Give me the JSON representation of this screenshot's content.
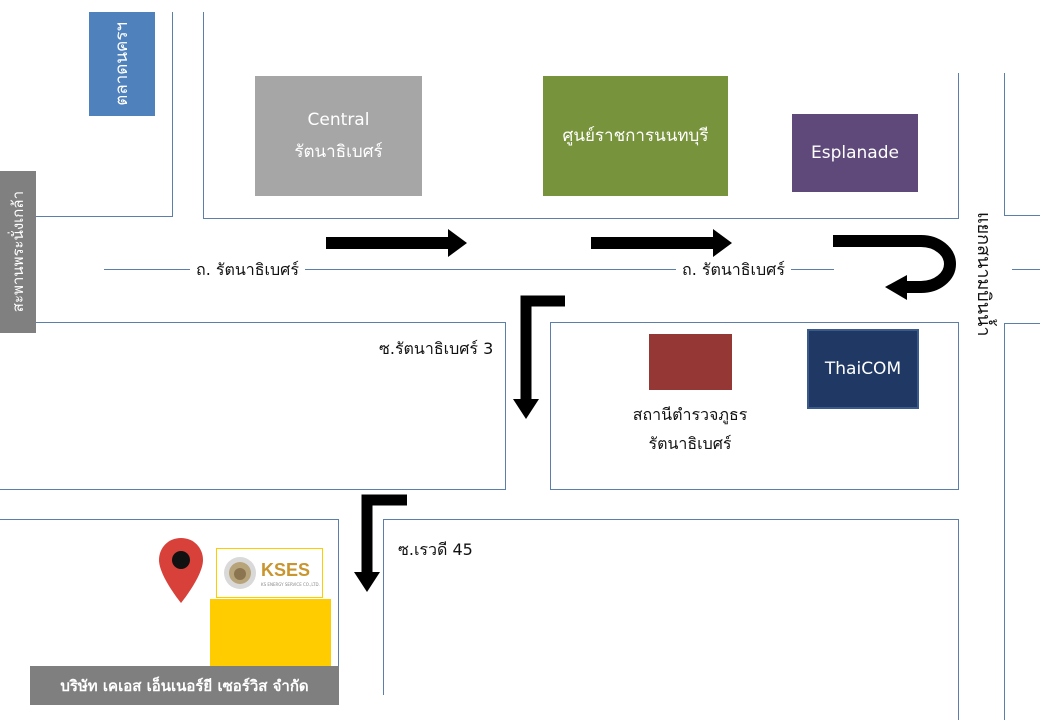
{
  "landmarks": {
    "talad": "ตลาดนครฯ",
    "central_line1": "Central",
    "central_line2": "รัตนาธิเบศร์",
    "government_center": "ศูนย์ราชการนนทบุรี",
    "esplanade": "Esplanade",
    "thaicom": "ThaiCOM",
    "police_line1": "สถานีตำรวจภูธร",
    "police_line2": "รัตนาธิเบศร์",
    "bridge": "สะพานพระนั่งเกล้า"
  },
  "roads": {
    "main_left": "ถ. รัตนาธิเบศร์",
    "main_right": "ถ. รัตนาธิเบศร์",
    "soi_3": "ซ.รัตนาธิเบศร์ 3",
    "soi_45": "ซ.เรวดี 45",
    "intersection": "แยกสนามบินน้ำ"
  },
  "company": {
    "logo_text": "KSES",
    "logo_subtext": "KS ENERGY SERVICE CO.,LTD.",
    "name": "บริษัท เคเอส เอ็นเนอร์ยี เซอร์วิส จำกัด"
  },
  "colors": {
    "talad": "#4f81bd",
    "central": "#a6a6a6",
    "government": "#77933c",
    "esplanade": "#5f497a",
    "thaicom": "#1f3864",
    "police": "#953735",
    "bridge": "#808080",
    "company_box": "#ffcc00",
    "company_label": "#7f7f7f",
    "road_line": "#5b7fa8",
    "pin": "#d8403a"
  }
}
